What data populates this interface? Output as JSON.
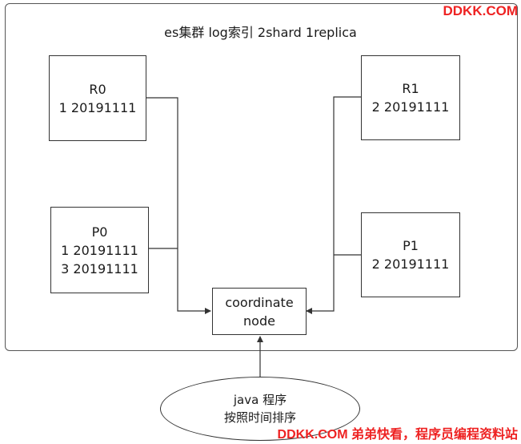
{
  "cluster": {
    "title": "es集群 log索引 2shard 1replica"
  },
  "nodes": {
    "r0": {
      "line1": "R0",
      "line2": "1 20191111"
    },
    "p0": {
      "line1": "P0",
      "line2": "1 20191111",
      "line3": "3 20191111"
    },
    "r1": {
      "line1": "R1",
      "line2": "2 20191111"
    },
    "p1": {
      "line1": "P1",
      "line2": "2 20191111"
    },
    "coordinator": {
      "line1": "coordinate",
      "line2": "node"
    },
    "client": {
      "line1": "java 程序",
      "line2": "按照时间排序"
    }
  },
  "watermark": {
    "top": "DDKK.COM",
    "bottom": "DDKK.COM 弟弟快看，程序员编程资料站"
  },
  "colors": {
    "watermark": "#ee2222",
    "stroke": "#333333"
  }
}
